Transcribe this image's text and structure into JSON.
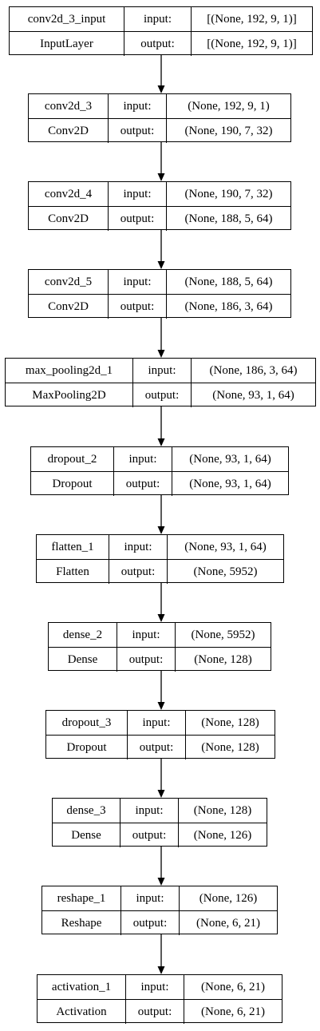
{
  "layers": [
    {
      "name": "conv2d_3_input",
      "type": "InputLayer",
      "input_label": "input:",
      "output_label": "output:",
      "input_shape": "[(None, 192, 9, 1)]",
      "output_shape": "[(None, 192, 9, 1)]"
    },
    {
      "name": "conv2d_3",
      "type": "Conv2D",
      "input_label": "input:",
      "output_label": "output:",
      "input_shape": "(None, 192, 9, 1)",
      "output_shape": "(None, 190, 7, 32)"
    },
    {
      "name": "conv2d_4",
      "type": "Conv2D",
      "input_label": "input:",
      "output_label": "output:",
      "input_shape": "(None, 190, 7, 32)",
      "output_shape": "(None, 188, 5, 64)"
    },
    {
      "name": "conv2d_5",
      "type": "Conv2D",
      "input_label": "input:",
      "output_label": "output:",
      "input_shape": "(None, 188, 5, 64)",
      "output_shape": "(None, 186, 3, 64)"
    },
    {
      "name": "max_pooling2d_1",
      "type": "MaxPooling2D",
      "input_label": "input:",
      "output_label": "output:",
      "input_shape": "(None, 186, 3, 64)",
      "output_shape": "(None, 93, 1, 64)"
    },
    {
      "name": "dropout_2",
      "type": "Dropout",
      "input_label": "input:",
      "output_label": "output:",
      "input_shape": "(None, 93, 1, 64)",
      "output_shape": "(None, 93, 1, 64)"
    },
    {
      "name": "flatten_1",
      "type": "Flatten",
      "input_label": "input:",
      "output_label": "output:",
      "input_shape": "(None, 93, 1, 64)",
      "output_shape": "(None, 5952)"
    },
    {
      "name": "dense_2",
      "type": "Dense",
      "input_label": "input:",
      "output_label": "output:",
      "input_shape": "(None, 5952)",
      "output_shape": "(None, 128)"
    },
    {
      "name": "dropout_3",
      "type": "Dropout",
      "input_label": "input:",
      "output_label": "output:",
      "input_shape": "(None, 128)",
      "output_shape": "(None, 128)"
    },
    {
      "name": "dense_3",
      "type": "Dense",
      "input_label": "input:",
      "output_label": "output:",
      "input_shape": "(None, 128)",
      "output_shape": "(None, 126)"
    },
    {
      "name": "reshape_1",
      "type": "Reshape",
      "input_label": "input:",
      "output_label": "output:",
      "input_shape": "(None, 126)",
      "output_shape": "(None, 6, 21)"
    },
    {
      "name": "activation_1",
      "type": "Activation",
      "input_label": "input:",
      "output_label": "output:",
      "input_shape": "(None, 6, 21)",
      "output_shape": "(None, 6, 21)"
    }
  ]
}
